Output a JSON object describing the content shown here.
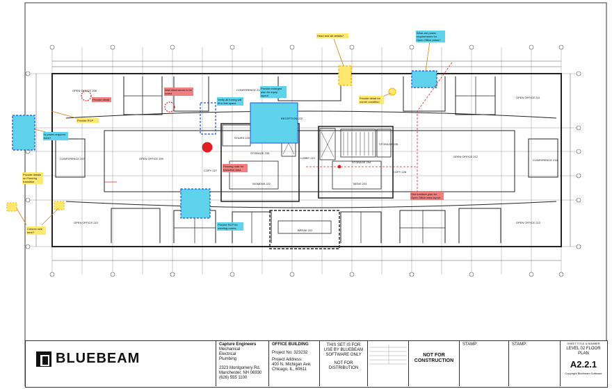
{
  "tags": {
    "open_office_208": "OPEN OFFICE 208",
    "open_office_209": "OPEN OFFICE 209",
    "open_office_210": "OPEN OFFICE 210",
    "open_office_211": "OPEN OFFICE 211",
    "open_office_212": "OPEN OFFICE 212",
    "open_office_213": "OPEN OFFICE 213",
    "conference_207": "CONFERENCE 207",
    "conference_215": "CONFERENCE 215",
    "conference_216": "CONFERENCE 216",
    "reception_222": "RECEPTION 222",
    "lobby_221": "LOBBY 221",
    "break_222": "BREAK 222",
    "storage_233": "STORAGE 233",
    "storage_234": "STORAGE 234",
    "storage_235": "STORAGE 235",
    "copy_227": "COPY 227",
    "copy_228": "COPY 228",
    "womens_222": "WOMENS 222",
    "mens_223": "MENS 223",
    "stairs_225": "STAIRS 225"
  },
  "notes": {
    "provide_detail": "Provide detail",
    "provide_rcp": "Provide RCP",
    "power_required": "Is power required here?",
    "provide_details_flooring": "Provide details on Flooring transition",
    "column_size": "Column size here?",
    "head_sill": "Head and sill details?",
    "power_requirements": "What are power requirements for Open Office areas?",
    "provide_corner": "Provide detail for corner condition",
    "verify_furring": "Verify all furring will fit in this space",
    "wall_dimensions": "Wall dimensions to be noted",
    "provide_enlarged": "Provide enlarged plan for equip layout",
    "flooring_note": "Flooring note for transition area",
    "see_furniture": "See furniture plan for Open Office area layout",
    "provide_rcp_meeting": "Provide RCP for meeting rooms"
  },
  "titleblock": {
    "brand": "BLUEBEAM",
    "company": "Capture Engineers",
    "disciplines": [
      "Mechanical",
      "Electrical",
      "Plumbing"
    ],
    "company_address": [
      "2323 Montgomery Rd.",
      "Manchester, NH 06930",
      "(626) 555 1100"
    ],
    "project_title": "OFFICE BUILDING",
    "project_no": "Project No: 323232",
    "project_address_label": "Project Address:",
    "project_address": [
      "400 N. Michigan Ave.",
      "Chicago, IL, 60611"
    ],
    "disclaimer": [
      "THIS SET IS FOR",
      "USE BY BLUEBEAM",
      "SOFTWARE ONLY"
    ],
    "not_for_distribution": [
      "NOT FOR",
      "DISTRIBUTION"
    ],
    "not_for_construction": [
      "NOT FOR",
      "CONSTRUCTION"
    ],
    "stamp1": "STAMP:",
    "stamp2": "STAMP:",
    "sheet_title_label": "SHEET TITLE & NUMBER",
    "sheet_title": [
      "LEVEL 02 FLOOR",
      "PLAN"
    ],
    "sheet_number": "A2.2.1",
    "copyright": "Copyright Bluebeam Software"
  },
  "colors": {
    "line": "#222222",
    "grid": "#888888",
    "cloud_blue": "#1f4fe0",
    "fill_cyan": "#5fd2ec",
    "cloud_red": "#e02020",
    "fill_red": "#f08080",
    "cloud_yellow": "#f2b100",
    "fill_yellow": "#ffe870",
    "leader_orange": "#e07a10"
  }
}
